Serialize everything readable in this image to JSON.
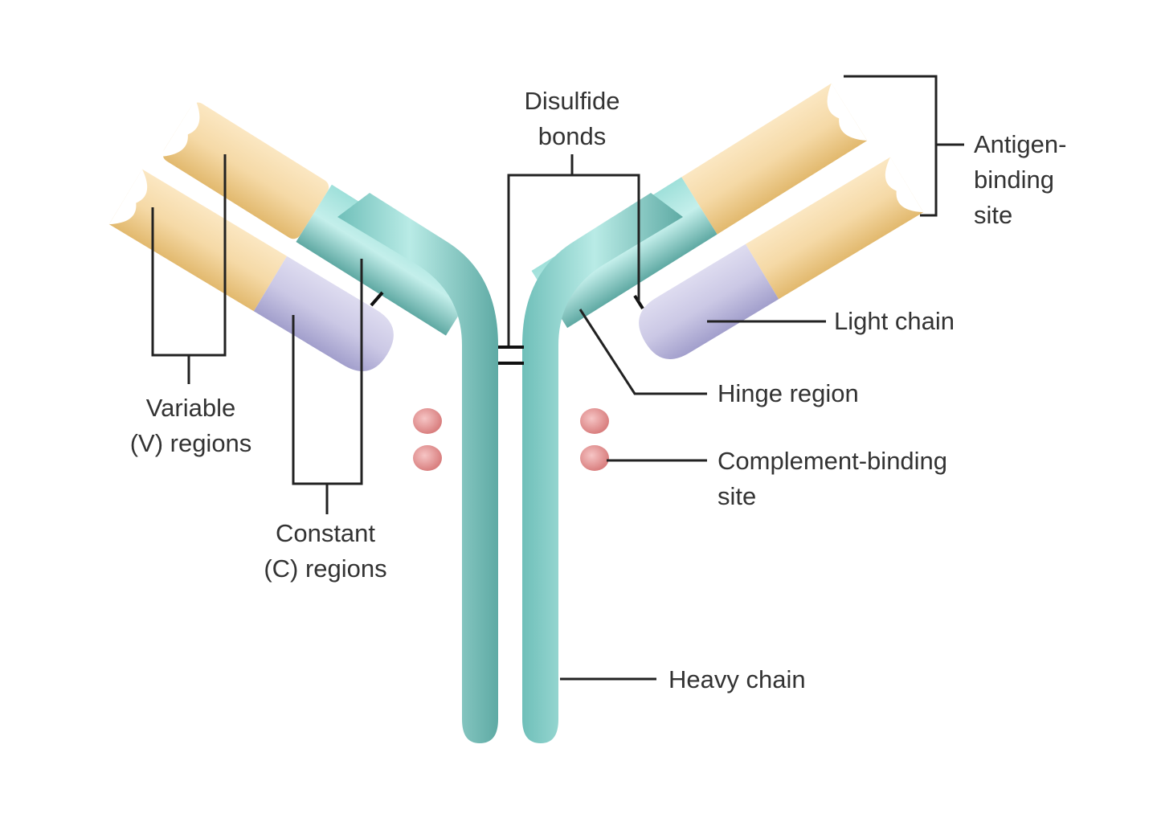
{
  "diagram": {
    "labels": {
      "disulfide_bonds": [
        "Disulfide",
        "bonds"
      ],
      "antigen_binding_site": [
        "Antigen-",
        "binding",
        "site"
      ],
      "light_chain": "Light chain",
      "hinge_region": "Hinge region",
      "complement_binding_site": [
        "Complement-binding",
        "site"
      ],
      "variable_regions": [
        "Variable",
        "(V) regions"
      ],
      "constant_regions": [
        "Constant",
        "(C) regions"
      ],
      "heavy_chain": "Heavy chain"
    },
    "colors": {
      "heavy_chain": "#86cfc9",
      "variable_region": "#f3d49c",
      "light_chain_constant": "#c9c6e3",
      "complement_site": "#e89a9a",
      "leader_lines": "#222222"
    }
  }
}
